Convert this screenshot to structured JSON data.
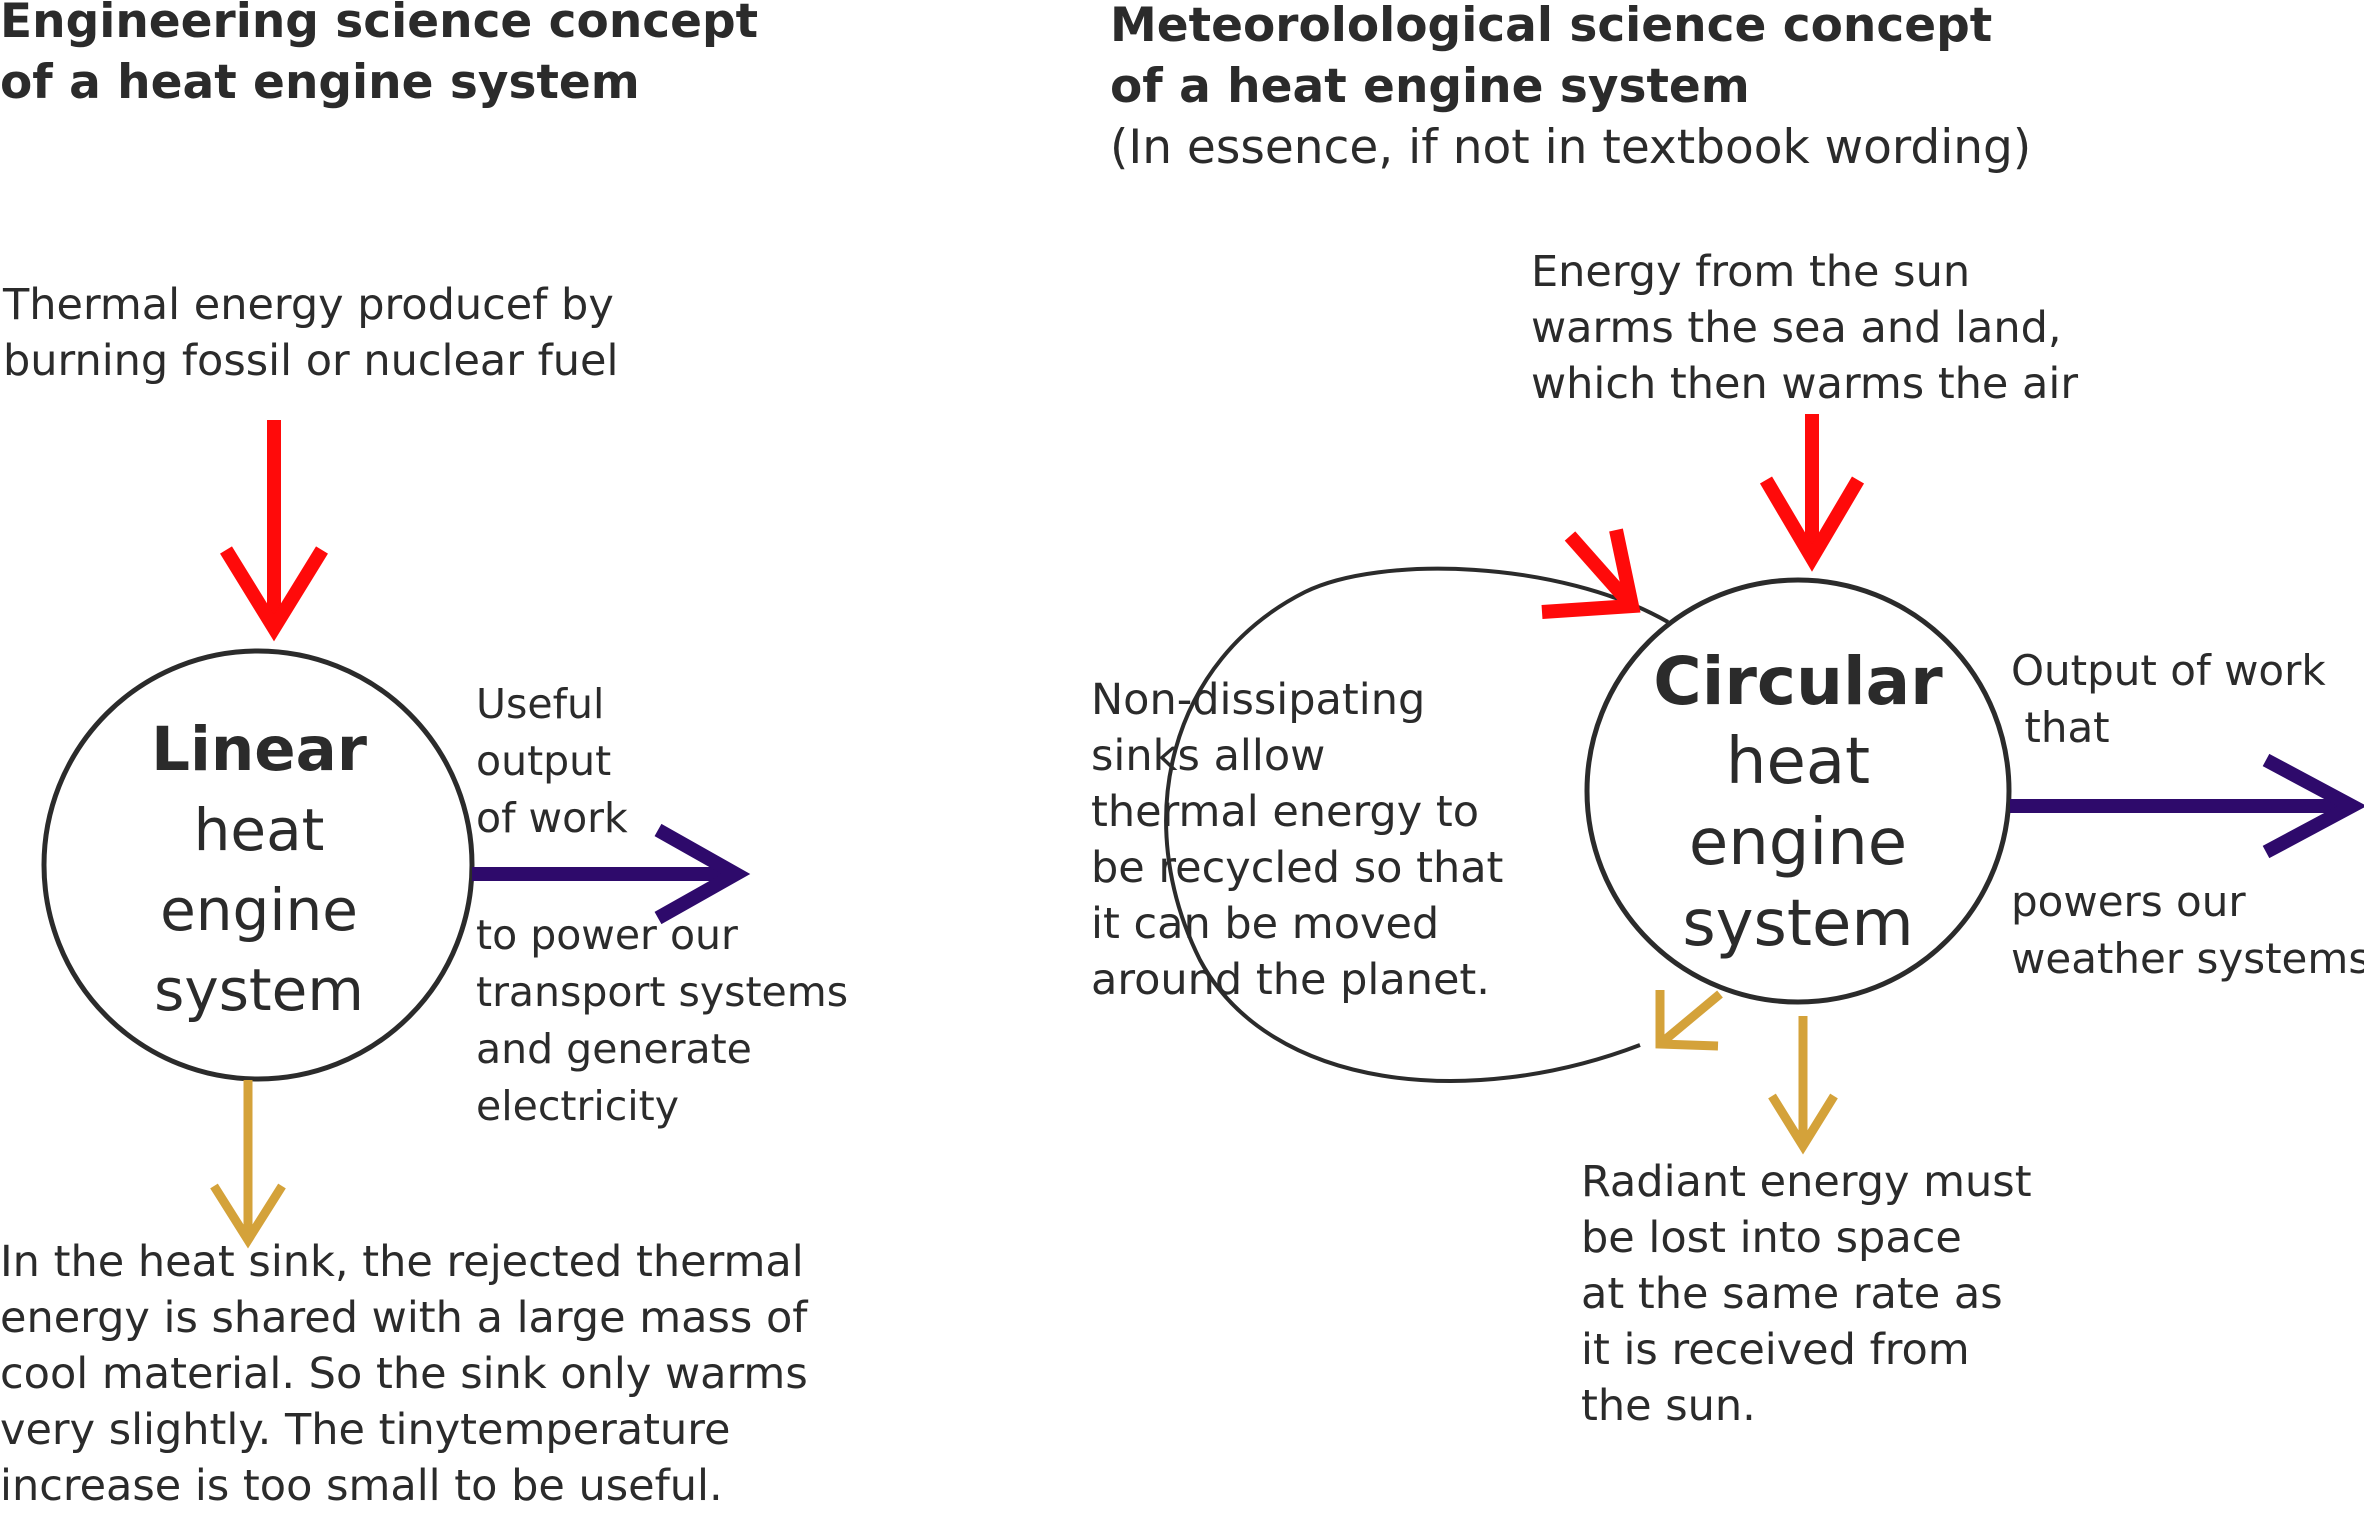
{
  "left": {
    "title_line1": "Engineering science concept",
    "title_line2": "of a heat engine system",
    "input_line1": "Thermal energy producef by",
    "input_line2": "burning fossil or nuclear fuel",
    "engine_word1": "Linear",
    "engine_word2": "heat",
    "engine_word3": "engine",
    "engine_word4": "system",
    "output_above_line1": "Useful",
    "output_above_line2": "output",
    "output_above_line3": "of work",
    "output_below_line1": "to power our",
    "output_below_line2": "transport systems",
    "output_below_line3": "and generate",
    "output_below_line4": "electricity",
    "sink_line1": "In the heat sink, the rejected thermal",
    "sink_line2": "energy is shared with a large mass of",
    "sink_line3": "cool material. So the sink only warms",
    "sink_line4": "very slightly. The tinytemperature",
    "sink_line5": "increase is too small to be useful."
  },
  "right": {
    "title_line1": "Meteorolological science concept",
    "title_line2": "of a heat engine  system",
    "subtitle": "(In essence, if not in textbook wording)",
    "input_line1": "Energy from the sun",
    "input_line2": "warms the sea and land,",
    "input_line3": "which then warms the air",
    "loop_line1": "Non-dissipating",
    "loop_line2": "sinks allow",
    "loop_line3": "thermal energy to",
    "loop_line4": "be recycled so that",
    "loop_line5": "it can be moved",
    "loop_line6": "around the planet.",
    "engine_word1": "Circular",
    "engine_word2": "heat",
    "engine_word3": "engine",
    "engine_word4": "system",
    "output_above_line1": "Output of work",
    "output_above_line2": " that",
    "output_below_line1": "powers our",
    "output_below_line2": "weather systems",
    "radiant_line1": "Radiant energy must",
    "radiant_line2": "be lost into space",
    "radiant_line3": "at the same rate as",
    "radiant_line4": "it is received from",
    "radiant_line5": "the sun."
  },
  "colors": {
    "heat_input": "#ff0a0a",
    "work_output": "#2e0a6b",
    "heat_loss": "#d4a23a",
    "outline": "#2b2b2b",
    "text": "#2b2b2b"
  }
}
